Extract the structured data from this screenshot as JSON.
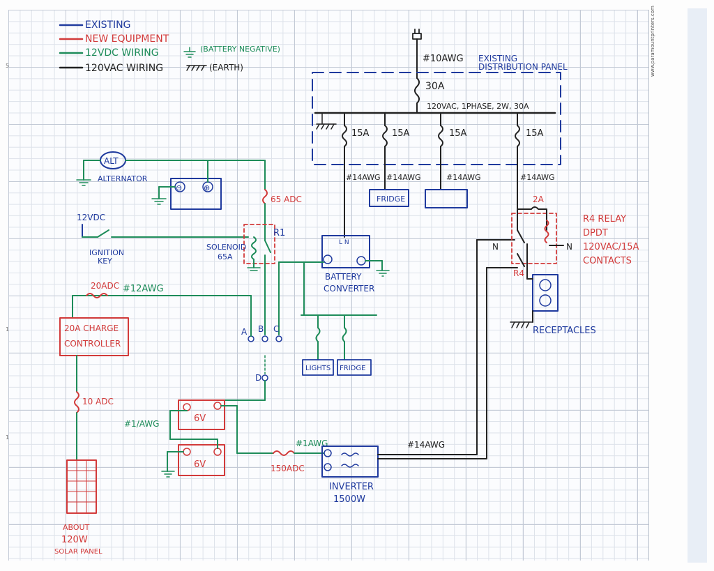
{
  "legend": {
    "existing": "EXISTING",
    "new_equipment": "NEW EQUIPMENT",
    "dc_wiring": "12VDC WIRING",
    "battery_negative": "(BATTERY NEGATIVE)",
    "ac_wiring": "120VAC WIRING",
    "earth": "(EARTH)"
  },
  "colors": {
    "existing": "#1f3a9e",
    "new": "#d23a3a",
    "dc": "#1e8c5a",
    "ac": "#222222"
  },
  "panel": {
    "feed_wire": "#10AWG",
    "title_line1": "EXISTING",
    "title_line2": "DISTRIBUTION PANEL",
    "main_breaker": "30A",
    "rating": "120VAC, 1PHASE, 2W, 30A",
    "breakers": [
      "15A",
      "15A",
      "15A",
      "15A"
    ],
    "branch_wires": [
      "#14AWG",
      "#14AWG",
      "#14AWG",
      "#14AWG"
    ]
  },
  "fridge_box": "FRIDGE",
  "alternator": {
    "symbol": "ALT",
    "label": "ALTERNATOR"
  },
  "engine_battery": {
    "neg": "⊖",
    "pos": "⊕"
  },
  "fuse_65": "65 ADC",
  "ignition": {
    "source": "12VDC",
    "label_line1": "IGNITION",
    "label_line2": "KEY"
  },
  "solenoid": {
    "label_line1": "SOLENOID",
    "label_line2": "65A",
    "relay": "R1"
  },
  "converter": {
    "terminals": "L N",
    "label_line1": "BATTERY",
    "label_line2": "CONVERTER"
  },
  "dc_loads": [
    "LIGHTS",
    "FRIDGE"
  ],
  "solar_fuse": "20ADC",
  "solar_wire": "#12AWG",
  "charge_controller": {
    "line1": "20A CHARGE",
    "line2": "CONTROLLER"
  },
  "panel_fuse": "10 ADC",
  "solar_panel": {
    "line1": "ABOUT",
    "line2": "120W",
    "line3": "SOLAR PANEL"
  },
  "terminals": [
    "A",
    "B",
    "C",
    "D"
  ],
  "house_batteries": [
    "6V",
    "6V"
  ],
  "battery_wire": "#1/AWG",
  "inverter_fuse": "150ADC",
  "inverter_wire": "#1AWG",
  "inverter": {
    "line1": "INVERTER",
    "line2": "1500W"
  },
  "ac_out_wire": "#14AWG",
  "relay_r4": {
    "fuse": "2A",
    "line1": "R4 RELAY",
    "line2": "DPDT",
    "line3": "120VAC/15A",
    "line4": "CONTACTS",
    "tag": "R4",
    "neutral_in": "N",
    "neutral_out": "N"
  },
  "receptacles": "RECEPTACLES",
  "brand": "www.paramountprinters.com"
}
